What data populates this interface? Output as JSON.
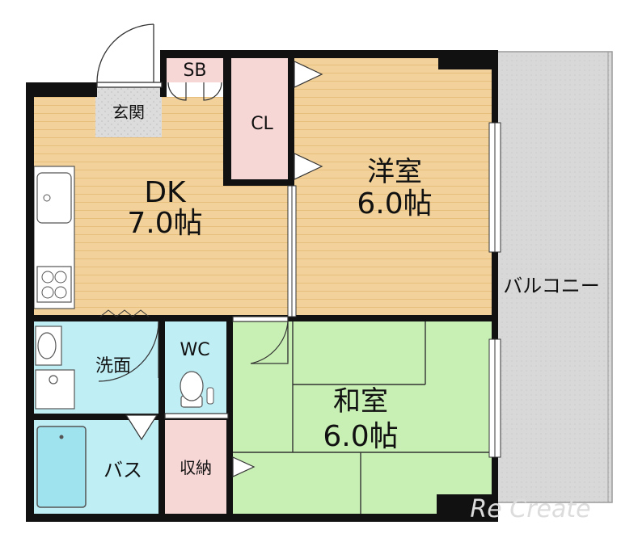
{
  "rooms": {
    "genkan": "玄関",
    "sb": "SB",
    "cl": "CL",
    "dk_name": "DK",
    "dk_size": "7.0帖",
    "yoshitsu_name": "洋室",
    "yoshitsu_size": "6.0帖",
    "washitsu_name": "和室",
    "washitsu_size": "6.0帖",
    "wc": "WC",
    "senmen": "洗面",
    "bath": "バス",
    "storage": "収納",
    "balcony": "バルコニー"
  },
  "watermark": "Re Create",
  "colors": {
    "wall": "#111111",
    "dk_floor": "#f2d29a",
    "yoshitsu_floor": "#f2d29a",
    "washitsu_floor": "#c8f0b4",
    "wet_area": "#bfeef5",
    "closet": "#f7d6d6",
    "balcony": "#d6d6d6",
    "genkan_tile": "#d9d9d9"
  }
}
